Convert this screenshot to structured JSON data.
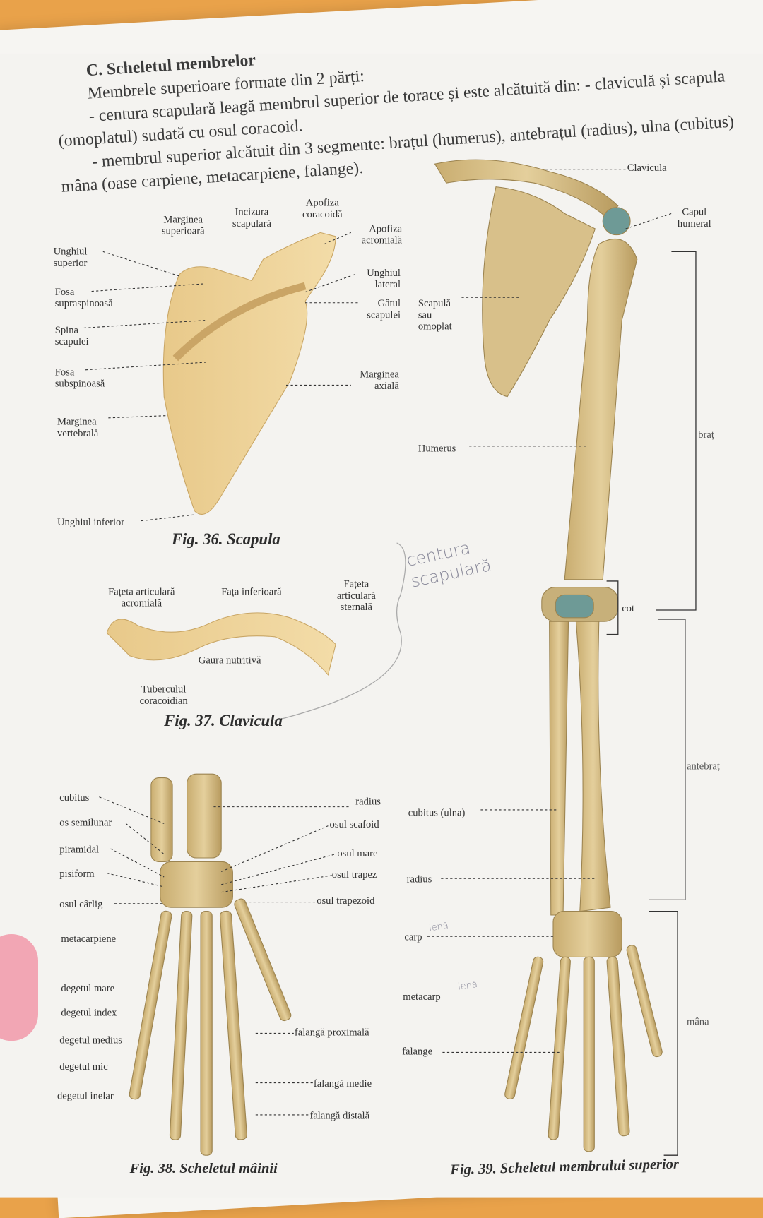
{
  "text": {
    "heading": "C. Scheletul membrelor",
    "lines": [
      "Membrele superioare formate din 2 părți:",
      "- centura scapulară leagă membrul superior de torace și este alcătuită din: - claviculă și scapula",
      "(omoplatul) sudată cu osul coracoid.",
      "- membrul superior alcătuit din 3 segmente: brațul (humerus), antebrațul (radius), ulna (cubitus)",
      "mâna (oase carpiene, metacarpiene, falange)."
    ]
  },
  "fig36": {
    "caption": "Fig. 36. Scapula",
    "labels": [
      "Marginea superioară",
      "Incizura scapulară",
      "Apofiza coracoidă",
      "Apofiza acromială",
      "Unghiul superior",
      "Unghiul lateral",
      "Gâtul scapulei",
      "Fosa supraspinoasă",
      "Spina scapulei",
      "Fosa subspinoasă",
      "Marginea axială",
      "Marginea vertebrală",
      "Unghiul inferior"
    ]
  },
  "fig37": {
    "caption": "Fig. 37. Clavicula",
    "labels": [
      "Fațeta articulară acromială",
      "Fața inferioară",
      "Fațeta articulară sternală",
      "Gaura nutritivă",
      "Tuberculul coracoidian"
    ]
  },
  "fig38": {
    "caption": "Fig. 38. Scheletul mâinii",
    "left": [
      "cubitus",
      "os semilunar",
      "piramidal",
      "pisiform",
      "osul cârlig",
      "metacarpiene",
      "degetul mare",
      "degetul index",
      "degetul medius",
      "degetul mic",
      "degetul inelar"
    ],
    "right": [
      "radius",
      "osul scafoid",
      "osul mare",
      "osul trapez",
      "osul trapezoid",
      "falangă proximală",
      "falangă medie",
      "falangă distală"
    ]
  },
  "fig39": {
    "caption": "Fig. 39. Scheletul membrului superior",
    "labels": [
      "Clavicula",
      "Capul humeral",
      "Scapulă sau omoplat",
      "Humerus",
      "cubitus (ulna)",
      "radius",
      "carp",
      "metacarp",
      "falange"
    ],
    "segments": [
      "braț",
      "cot",
      "antebraț",
      "mâna"
    ]
  },
  "handwriting": {
    "note": "centura scapulară",
    "carp_suffix": "ienă",
    "metacarp_suffix": "ienă"
  },
  "colors": {
    "bone": "#d8c08a",
    "bone_shade": "#b59a5e",
    "cartilage": "#6e9a96",
    "background": "#e9a24a"
  }
}
